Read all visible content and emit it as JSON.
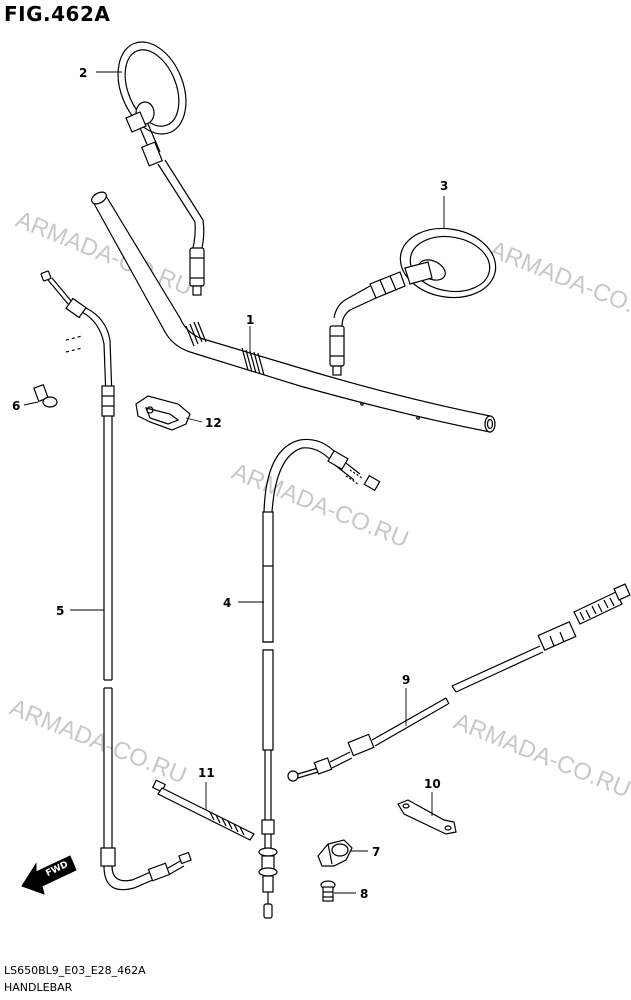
{
  "figure": {
    "title": "FIG.462A"
  },
  "watermark": {
    "text": "ARMADA-CO.RU"
  },
  "parts": [
    {
      "id": "1",
      "label": "1"
    },
    {
      "id": "2",
      "label": "2"
    },
    {
      "id": "3",
      "label": "3"
    },
    {
      "id": "4",
      "label": "4"
    },
    {
      "id": "5",
      "label": "5"
    },
    {
      "id": "6",
      "label": "6"
    },
    {
      "id": "7",
      "label": "7"
    },
    {
      "id": "8",
      "label": "8"
    },
    {
      "id": "9",
      "label": "9"
    },
    {
      "id": "10",
      "label": "10"
    },
    {
      "id": "11",
      "label": "11"
    },
    {
      "id": "12",
      "label": "12"
    }
  ],
  "fwd_badge": {
    "label": "FWD"
  },
  "footer": {
    "code": "LS650BL9_E03_E28_462A",
    "name": "HANDLEBAR"
  }
}
